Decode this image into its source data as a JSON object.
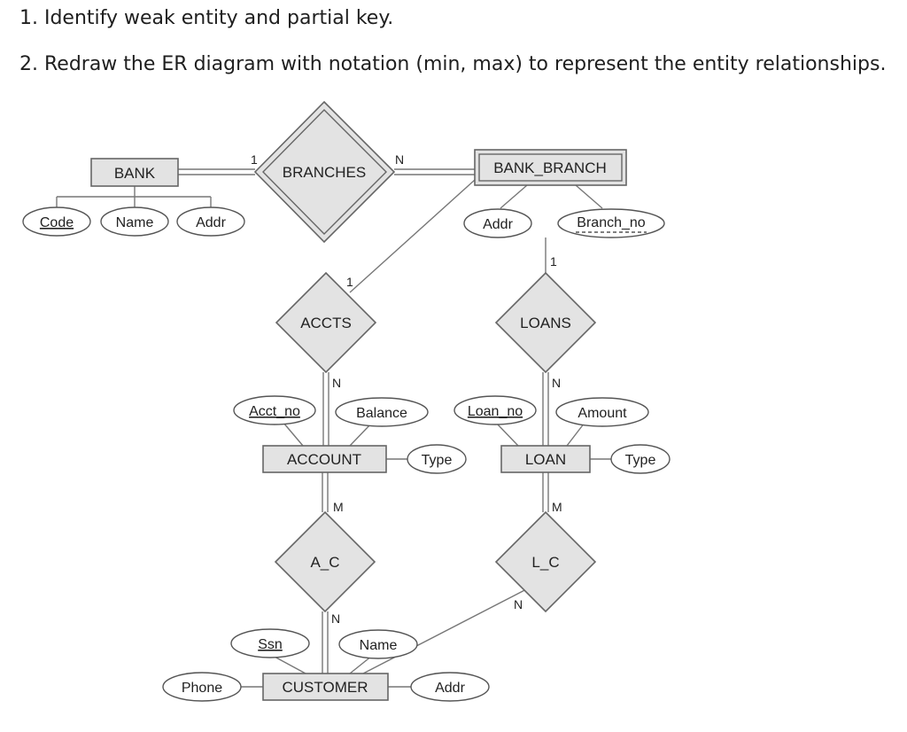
{
  "questions": [
    "1. Identify weak entity and partial key.",
    "2. Redraw the ER diagram with notation (min, max) to represent the entity relationships."
  ],
  "entities": {
    "bank": "BANK",
    "bank_branch": "BANK_BRANCH",
    "account": "ACCOUNT",
    "loan": "LOAN",
    "customer": "CUSTOMER"
  },
  "relationships": {
    "branches": "BRANCHES",
    "accts": "ACCTS",
    "loans": "LOANS",
    "a_c": "A_C",
    "l_c": "L_C"
  },
  "attributes": {
    "bank_code": "Code",
    "bank_name": "Name",
    "bank_addr": "Addr",
    "branch_addr": "Addr",
    "branch_no": "Branch_no",
    "acct_no": "Acct_no",
    "balance": "Balance",
    "account_type": "Type",
    "loan_no": "Loan_no",
    "amount": "Amount",
    "loan_type": "Type",
    "ssn": "Ssn",
    "customer_name": "Name",
    "phone": "Phone",
    "customer_addr": "Addr"
  },
  "cardinalities": {
    "bank_branches": "1",
    "branches_bank_branch": "N",
    "bank_branch_accts": "1",
    "accts_account": "N",
    "bank_branch_loans": "1",
    "loans_loan": "N",
    "account_a_c": "M",
    "a_c_customer": "N",
    "loan_l_c": "M",
    "l_c_customer": "N"
  },
  "colors": {
    "entity_fill": "#e3e3e3",
    "outline": "#666666",
    "text": "#222222"
  }
}
